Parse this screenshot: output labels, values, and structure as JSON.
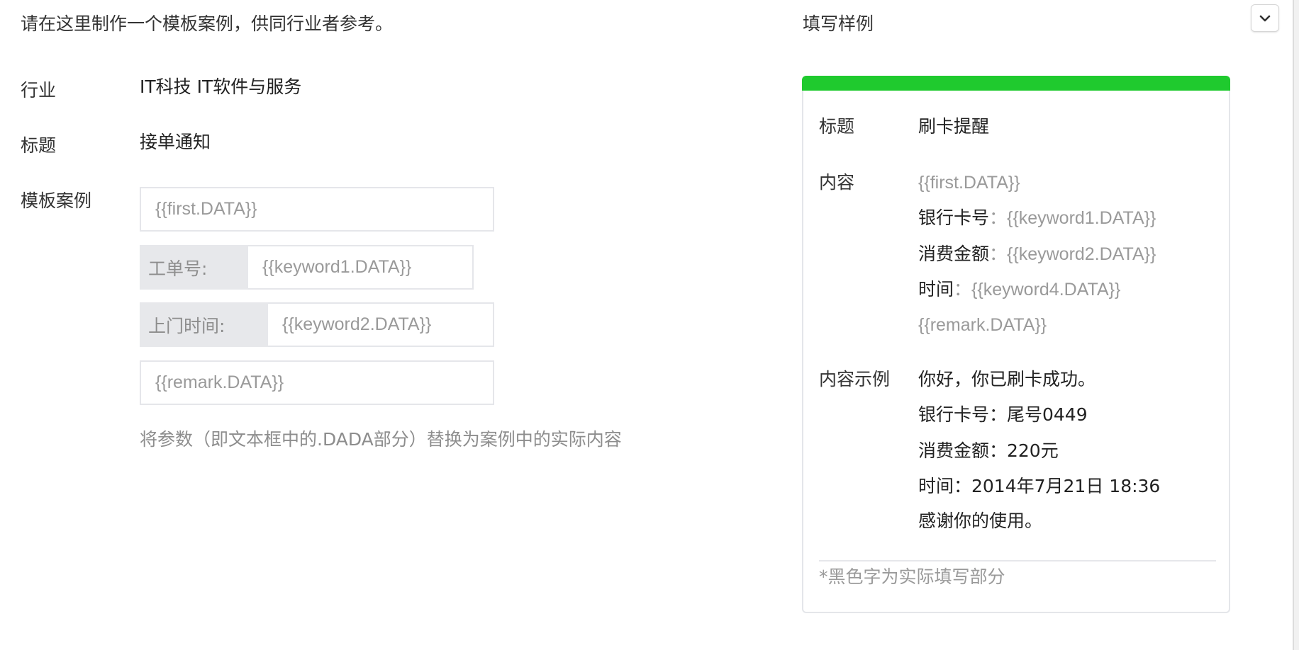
{
  "intro": "请在这里制作一个模板案例，供同行业者参考。",
  "sample_heading": "填写样例",
  "form": {
    "industry": {
      "label": "行业",
      "value": "IT科技 IT软件与服务"
    },
    "title": {
      "label": "标题",
      "value": "接单通知"
    },
    "template": {
      "label": "模板案例",
      "inputs": [
        {
          "prefix": "",
          "placeholder": "{{first.DATA}}"
        },
        {
          "prefix": "工单号:",
          "placeholder": "{{keyword1.DATA}}"
        },
        {
          "prefix": "上门时间:",
          "placeholder": "{{keyword2.DATA}}"
        },
        {
          "prefix": "",
          "placeholder": "{{remark.DATA}}"
        }
      ]
    },
    "help": "将参数（即文本框中的.DADA部分）替换为案例中的实际内容"
  },
  "sample": {
    "accent_color": "#1fca2e",
    "title_label": "标题",
    "title_value": "刷卡提醒",
    "content_label": "内容",
    "content": [
      {
        "label": "",
        "param": "{{first.DATA}}"
      },
      {
        "label": "银行卡号",
        "param": "：{{keyword1.DATA}}"
      },
      {
        "label": "消费金额",
        "param": "：{{keyword2.DATA}}"
      },
      {
        "label": "时间",
        "param": "：{{keyword4.DATA}}"
      },
      {
        "label": "",
        "param": "{{remark.DATA}}"
      }
    ],
    "example_label": "内容示例",
    "example": [
      "你好，你已刷卡成功。",
      "银行卡号：尾号0449",
      "消费金额：220元",
      "时间：2014年7月21日 18:36",
      "感谢你的使用。"
    ],
    "footnote": "*黑色字为实际填写部分"
  },
  "controls": {
    "dropdown_icon": "chevron-down-icon"
  }
}
